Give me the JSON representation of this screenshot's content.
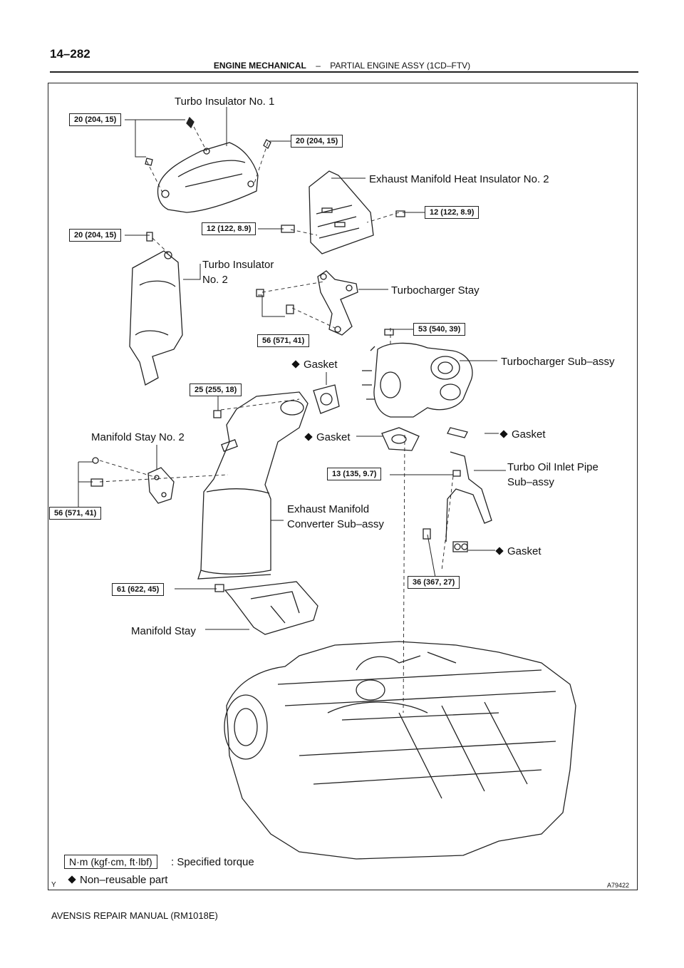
{
  "header": {
    "page_number": "14–282",
    "section": "ENGINE MECHANICAL",
    "separator": "–",
    "subsection": "PARTIAL ENGINE ASSY (1CD–FTV)"
  },
  "labels": {
    "turbo_insulator_1": "Turbo Insulator No. 1",
    "exhaust_manifold_heat_insulator_2": "Exhaust Manifold Heat Insulator No. 2",
    "turbo_insulator_2_line1": "Turbo Insulator",
    "turbo_insulator_2_line2": "No. 2",
    "turbocharger_stay": "Turbocharger Stay",
    "turbocharger_sub_assy": "Turbocharger Sub–assy",
    "gasket_upper": "Gasket",
    "gasket_middle": "Gasket",
    "gasket_right": "Gasket",
    "gasket_lower": "Gasket",
    "manifold_stay_2": "Manifold Stay No. 2",
    "turbo_oil_inlet_line1": "Turbo Oil Inlet Pipe",
    "turbo_oil_inlet_line2": "Sub–assy",
    "exhaust_converter_line1": "Exhaust Manifold",
    "exhaust_converter_line2": "Converter Sub–assy",
    "manifold_stay": "Manifold Stay"
  },
  "torques": {
    "t1": "20 (204, 15)",
    "t2": "20 (204, 15)",
    "t3": "20 (204, 15)",
    "t4": "12 (122, 8.9)",
    "t5": "12 (122, 8.9)",
    "t6": "56 (571, 41)",
    "t7": "53 (540, 39)",
    "t8": "25 (255, 18)",
    "t9": "13 (135, 9.7)",
    "t10": "56 (571, 41)",
    "t11": "36 (367, 27)",
    "t12": "61 (622, 45)"
  },
  "legend": {
    "unit_box": "N·m (kgf·cm, ft·lbf)",
    "unit_text": ": Specified torque",
    "nonreusable": "Non–reusable part"
  },
  "corner_mark": "Y",
  "figure_id": "A79422",
  "footer": "AVENSIS REPAIR MANUAL   (RM1018E)"
}
